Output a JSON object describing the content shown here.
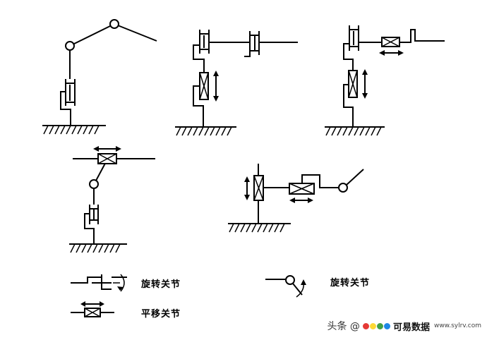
{
  "legend": {
    "rotary_joint_a": "旋转关节",
    "prismatic_joint": "平移关节",
    "rotary_joint_b": "旋转关节"
  },
  "watermark": {
    "prefix": "头条 @",
    "name": "可易数据",
    "site": "www.sylrv.com",
    "colors": [
      "#e53935",
      "#fdd835",
      "#43a047",
      "#1e88e5"
    ]
  }
}
